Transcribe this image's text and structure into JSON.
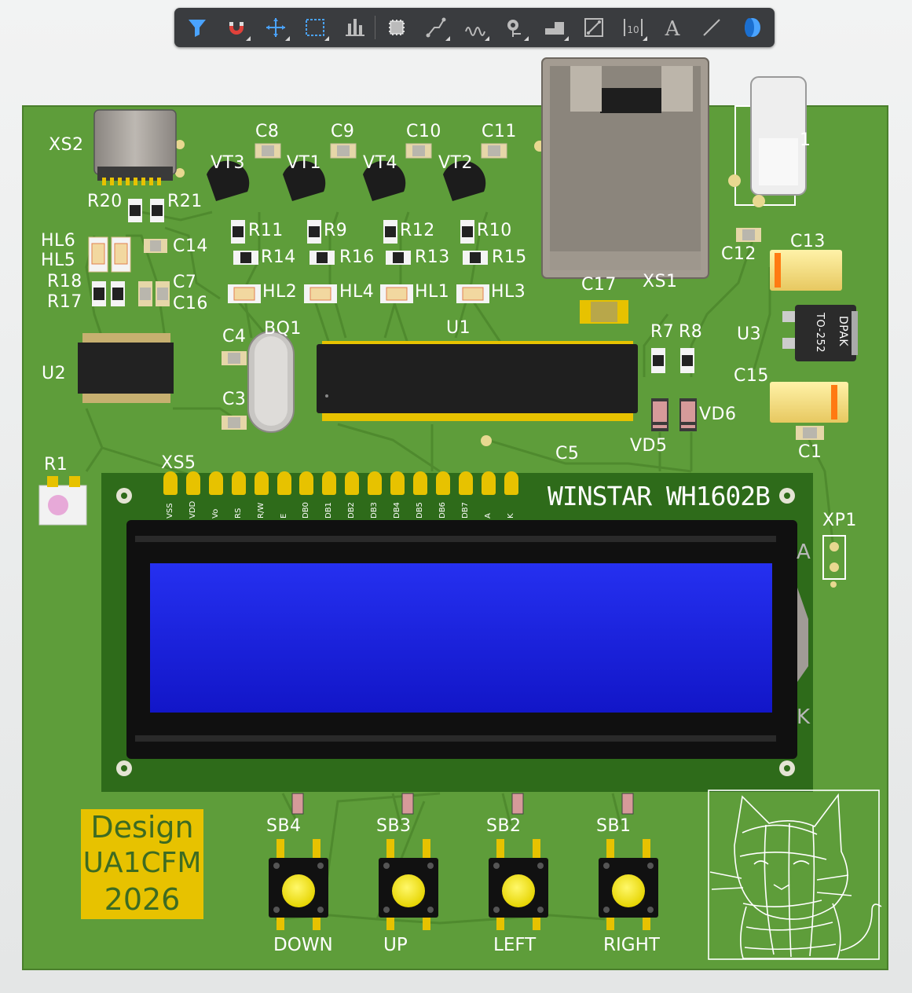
{
  "toolbar": {
    "tools": [
      {
        "icon": "filter-icon",
        "has_menu": false
      },
      {
        "icon": "magnet-icon",
        "has_menu": true
      },
      {
        "icon": "move-icon",
        "has_menu": true
      },
      {
        "icon": "select-box-icon",
        "has_menu": true
      },
      {
        "icon": "align-icon",
        "has_menu": false
      },
      {
        "icon": "component-icon",
        "has_menu": false
      },
      {
        "icon": "route-icon",
        "has_menu": true
      },
      {
        "icon": "interactive-length-icon",
        "has_menu": true
      },
      {
        "icon": "via-icon",
        "has_menu": true
      },
      {
        "icon": "polygon-icon",
        "has_menu": true
      },
      {
        "icon": "region-icon",
        "has_menu": false
      },
      {
        "icon": "dimension-icon",
        "has_menu": true
      },
      {
        "icon": "text-icon",
        "has_menu": false
      },
      {
        "icon": "line-icon",
        "has_menu": false
      },
      {
        "icon": "3d-body-icon",
        "has_menu": false
      }
    ],
    "dimension_text": "10",
    "text_glyph": "A"
  },
  "board": {
    "colors": {
      "pcb": "#5e9d3a",
      "lcd": "#1a1fe0",
      "gold": "#e7c200",
      "silk": "#ffffff"
    },
    "refdes": {
      "XS2": "XS2",
      "C8": "C8",
      "C9": "C9",
      "C10": "C10",
      "C11": "C11",
      "VT3": "VT3",
      "VT1": "VT1",
      "VT4": "VT4",
      "VT2": "VT2",
      "R20": "R20",
      "R21": "R21",
      "HL6": "HL6",
      "HL5": "HL5",
      "C14": "C14",
      "R11": "R11",
      "R9": "R9",
      "R12": "R12",
      "R10": "R10",
      "R14": "R14",
      "R16": "R16",
      "R13": "R13",
      "R15": "R15",
      "R18": "R18",
      "R17": "R17",
      "C7": "C7",
      "C16": "C16",
      "HL2": "HL2",
      "HL4": "HL4",
      "HL1": "HL1",
      "HL3": "HL3",
      "C17": "C17",
      "XS1": "XS1",
      "C12": "C12",
      "C13": "C13",
      "X1": "1",
      "U3": "U3",
      "C4": "C4",
      "BQ1": "BQ1",
      "U1": "U1",
      "R7": "R7",
      "R8": "R8",
      "U2": "U2",
      "C3": "C3",
      "C15": "C15",
      "VD6": "VD6",
      "VD5": "VD5",
      "C5": "C5",
      "C1": "C1",
      "R1": "R1",
      "XS5": "XS5",
      "XP1": "XP1",
      "SB4": "SB4",
      "SB3": "SB3",
      "SB2": "SB2",
      "SB1": "SB1"
    },
    "dpak_text": "DPAK",
    "to252_text": "TO-252",
    "lcd_model": "WINSTAR WH1602B",
    "lcd_pins": [
      "VSS",
      "VDD",
      "Vo",
      "RS",
      "R/W",
      "E",
      "DB0",
      "DB1",
      "DB2",
      "DB3",
      "DB4",
      "DB5",
      "DB6",
      "DB7",
      "A",
      "K"
    ],
    "lcd_edge_marks": {
      "a": "A",
      "k": "K"
    },
    "buttons": [
      {
        "ref": "SB4",
        "label": "DOWN"
      },
      {
        "ref": "SB3",
        "label": "UP"
      },
      {
        "ref": "SB2",
        "label": "LEFT"
      },
      {
        "ref": "SB1",
        "label": "RIGHT"
      }
    ],
    "logo": {
      "line1": "Design",
      "line2": "UA1CFM",
      "line3": "2026"
    }
  }
}
